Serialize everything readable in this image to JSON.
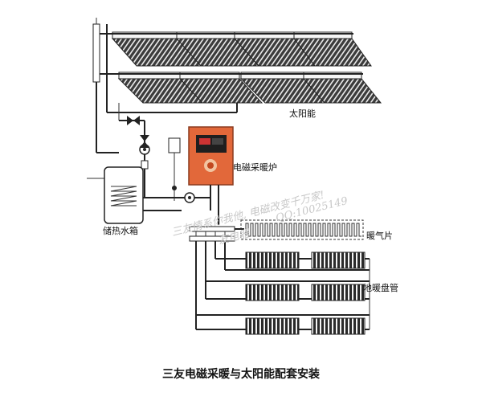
{
  "labels": {
    "solar": "太阳能",
    "boiler": "电磁采暖炉",
    "tank": "储热水箱",
    "radiator": "暖气片",
    "floor": "地暖盘管"
  },
  "caption": "三友电磁采暖与太阳能配套安装",
  "watermark": {
    "line1": "三友情系你我他, 电磁改变千万家!",
    "line2": "QQ:10025149",
    "line3": "友电器"
  },
  "colors": {
    "boiler_body": "#e2683a",
    "boiler_panel": "#1f1f1f",
    "pipe": "#222222",
    "watermark": "#c8c8c8"
  },
  "icons": [
    "solar-panel-icon",
    "boiler-icon",
    "water-tank-icon",
    "radiator-icon",
    "floor-coil-icon",
    "pump-icon",
    "valve-icon",
    "expansion-tank-icon"
  ]
}
